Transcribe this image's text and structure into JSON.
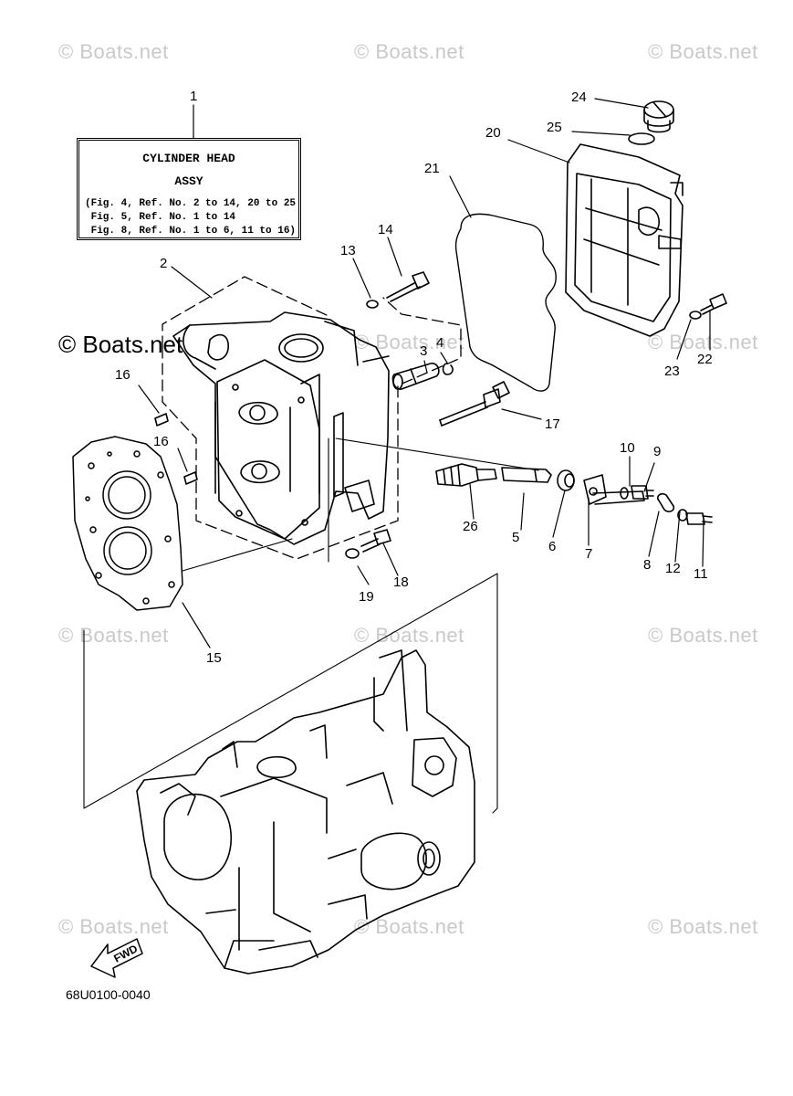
{
  "watermark": {
    "text": "© Boats.net"
  },
  "title_box": {
    "line1": "CYLINDER HEAD",
    "line2": "ASSY",
    "refs": [
      "(Fig. 4, Ref. No. 2 to 14, 20 to 25",
      " Fig. 5, Ref. No. 1 to 14",
      " Fig. 8, Ref. No. 1 to 6, 11 to 16)"
    ]
  },
  "fwd_label": "FWD",
  "figure_code": "68U0100-0040",
  "callouts": {
    "n1": "1",
    "n2": "2",
    "n3": "3",
    "n4": "4",
    "n5": "5",
    "n6": "6",
    "n7": "7",
    "n8": "8",
    "n9": "9",
    "n10": "10",
    "n11": "11",
    "n12": "12",
    "n13": "13",
    "n14": "14",
    "n15": "15",
    "n16a": "16",
    "n16b": "16",
    "n17": "17",
    "n18": "18",
    "n19": "19",
    "n20": "20",
    "n21": "21",
    "n22": "22",
    "n23": "23",
    "n24": "24",
    "n25": "25",
    "n26": "26"
  },
  "colors": {
    "line": "#000000",
    "watermark": "#c9c9c9"
  }
}
